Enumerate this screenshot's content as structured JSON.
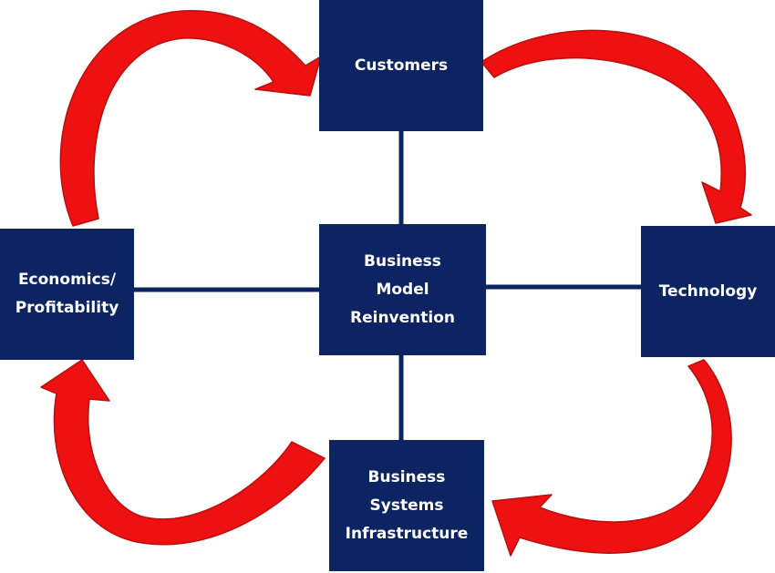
{
  "colors": {
    "box_fill": "#0d2463",
    "box_text": "#ffffff",
    "connector": "#0d2463",
    "arrow_fill": "#ee1111",
    "arrow_shade": "#b80f0f"
  },
  "nodes": {
    "customers": "Customers",
    "center": "Business\nModel\nReinvention",
    "economics": "Economics/\nProfitability",
    "technology": "Technology",
    "systems": "Business\nSystems\nInfrastructure"
  },
  "cycle_arrows": [
    {
      "from": "economics",
      "to": "customers"
    },
    {
      "from": "customers",
      "to": "technology"
    },
    {
      "from": "technology",
      "to": "systems"
    },
    {
      "from": "systems",
      "to": "economics"
    }
  ]
}
